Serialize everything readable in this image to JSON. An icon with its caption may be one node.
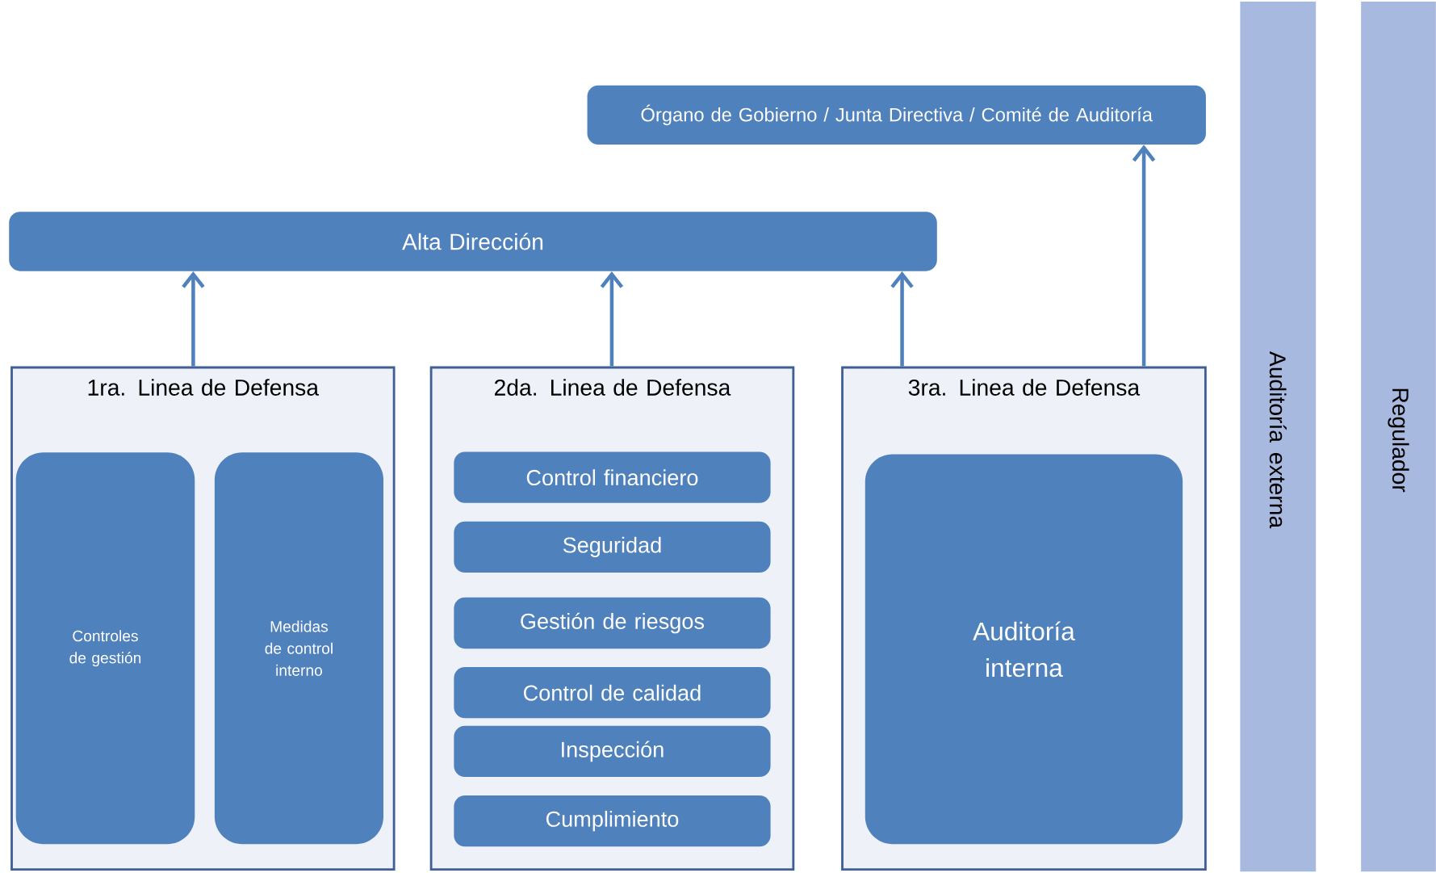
{
  "diagram": {
    "nodes": [
      {
        "text": [
          "Órgano de Gobierno / Junta Directiva / Comité de Auditoría"
        ]
      },
      {
        "text": [
          "Alta Dirección"
        ]
      },
      {
        "text": [
          "1ra. Linea de Defensa"
        ]
      },
      {
        "text": [
          "Controles de gestión"
        ],
        "in": 2
      },
      {
        "text": [
          "Medidas de control interno"
        ],
        "in": 2
      },
      {
        "text": [
          "2da. Linea de Defensa"
        ]
      },
      {
        "text": [
          "Control financiero"
        ],
        "in": 5
      },
      {
        "text": [
          "Seguridad"
        ],
        "in": 5
      },
      {
        "text": [
          "Gestión de riesgos"
        ],
        "in": 5
      },
      {
        "text": [
          "Control de calidad"
        ],
        "in": 5
      },
      {
        "text": [
          "Inspección"
        ],
        "in": 5
      },
      {
        "text": [
          "Cumplimiento"
        ],
        "in": 5
      },
      {
        "text": [
          "3ra. Linea de Defensa"
        ]
      },
      {
        "text": [
          "Auditoría interna"
        ],
        "in": 12
      },
      {
        "text": [
          "Auditoría externa"
        ]
      },
      {
        "text": [
          "Regulador"
        ]
      }
    ],
    "edges": [
      {
        "from": 2,
        "to": 1,
        "arrow": "to"
      },
      {
        "from": 5,
        "to": 1,
        "arrow": "to"
      },
      {
        "from": 12,
        "to": 1,
        "arrow": "to"
      },
      {
        "from": 12,
        "to": 0,
        "arrow": "to"
      }
    ]
  }
}
